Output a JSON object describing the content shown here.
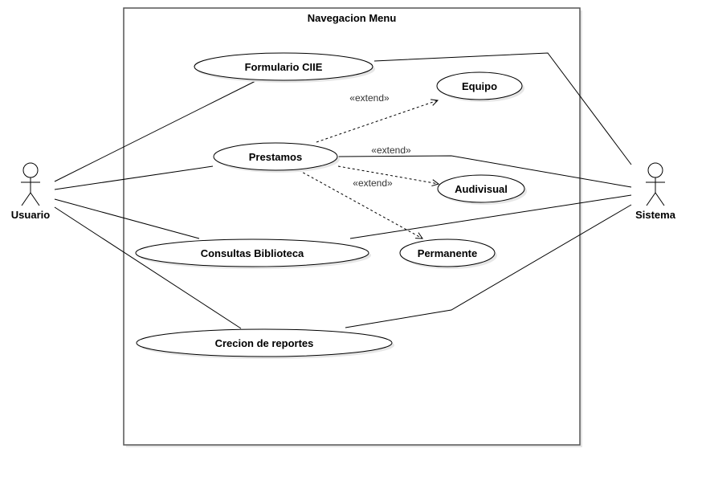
{
  "system_boundary": {
    "title": "Navegacion Menu"
  },
  "actors": {
    "usuario": "Usuario",
    "sistema": "Sistema"
  },
  "use_cases": {
    "formulario": "Formulario CIIE",
    "prestamos": "Prestamos",
    "equipo": "Equipo",
    "audiovisual": "Audivisual",
    "permanente": "Permanente",
    "consultas": "Consultas Biblioteca",
    "reportes": "Crecion de reportes"
  },
  "relations": {
    "extend_equipo": "«extend»",
    "extend_audiovisual": "«extend»",
    "extend_permanente": "«extend»"
  }
}
